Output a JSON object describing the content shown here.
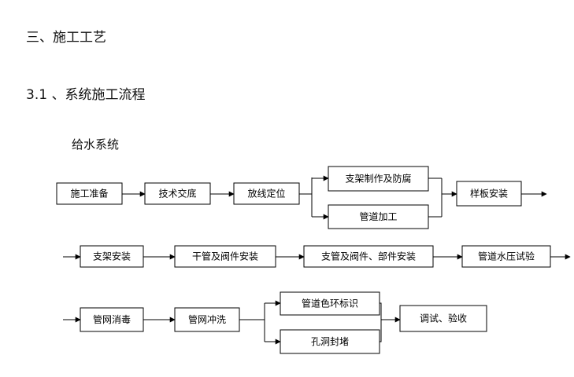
{
  "headings": {
    "section": "三、施工工艺",
    "subsection": "3.1 、系统施工流程",
    "system": "给水系统"
  },
  "flow": {
    "nodes": [
      {
        "id": "n1",
        "label": "施工准备"
      },
      {
        "id": "n2",
        "label": "技术交底"
      },
      {
        "id": "n3",
        "label": "放线定位"
      },
      {
        "id": "n4",
        "label": "支架制作及防腐"
      },
      {
        "id": "n5",
        "label": "管道加工"
      },
      {
        "id": "n6",
        "label": "样板安装"
      },
      {
        "id": "n7",
        "label": "支架安装"
      },
      {
        "id": "n8",
        "label": "干管及阀件安装"
      },
      {
        "id": "n9",
        "label": "支管及阀件、部件安装"
      },
      {
        "id": "n10",
        "label": "管道水压试验"
      },
      {
        "id": "n11",
        "label": "管网消毒"
      },
      {
        "id": "n12",
        "label": "管网冲洗"
      },
      {
        "id": "n13",
        "label": "管道色环标识"
      },
      {
        "id": "n14",
        "label": "孔洞封堵"
      },
      {
        "id": "n15",
        "label": "调试、验收"
      }
    ]
  }
}
